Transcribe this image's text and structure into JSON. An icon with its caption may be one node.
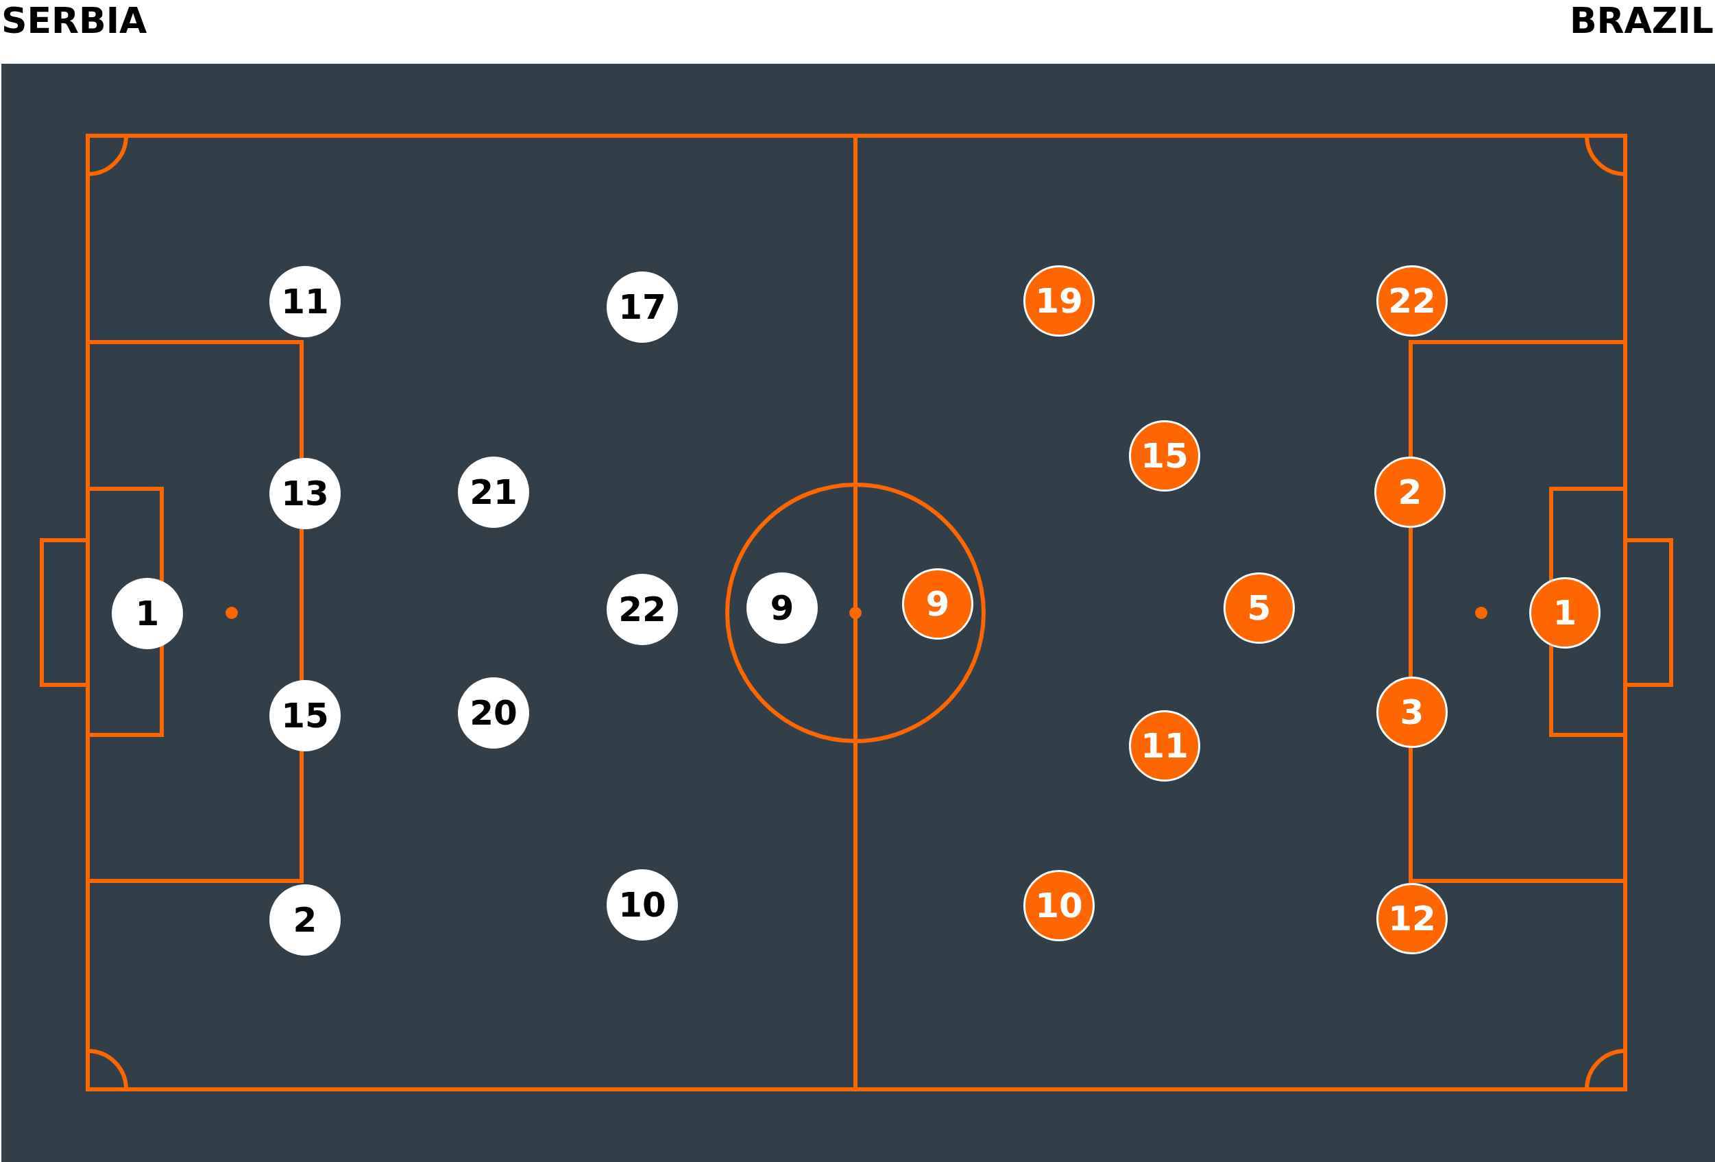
{
  "diagram": {
    "nodes": [
      {
        "text": [
          "1"
        ]
      },
      {
        "text": [
          "11"
        ]
      },
      {
        "text": [
          "13"
        ]
      },
      {
        "text": [
          "15"
        ]
      },
      {
        "text": [
          "2"
        ]
      },
      {
        "text": [
          "21"
        ]
      },
      {
        "text": [
          "20"
        ]
      },
      {
        "text": [
          "17"
        ]
      },
      {
        "text": [
          "22"
        ]
      },
      {
        "text": [
          "10"
        ]
      },
      {
        "text": [
          "9"
        ]
      },
      {
        "text": [
          "9"
        ]
      },
      {
        "text": [
          "19"
        ]
      },
      {
        "text": [
          "10"
        ]
      },
      {
        "text": [
          "15"
        ]
      },
      {
        "text": [
          "11"
        ]
      },
      {
        "text": [
          "5"
        ]
      },
      {
        "text": [
          "22"
        ]
      },
      {
        "text": [
          "2"
        ]
      },
      {
        "text": [
          "3"
        ]
      },
      {
        "text": [
          "12"
        ]
      },
      {
        "text": [
          "1"
        ]
      }
    ],
    "labels": [
      "SERBIA",
      "BRAZIL"
    ]
  }
}
